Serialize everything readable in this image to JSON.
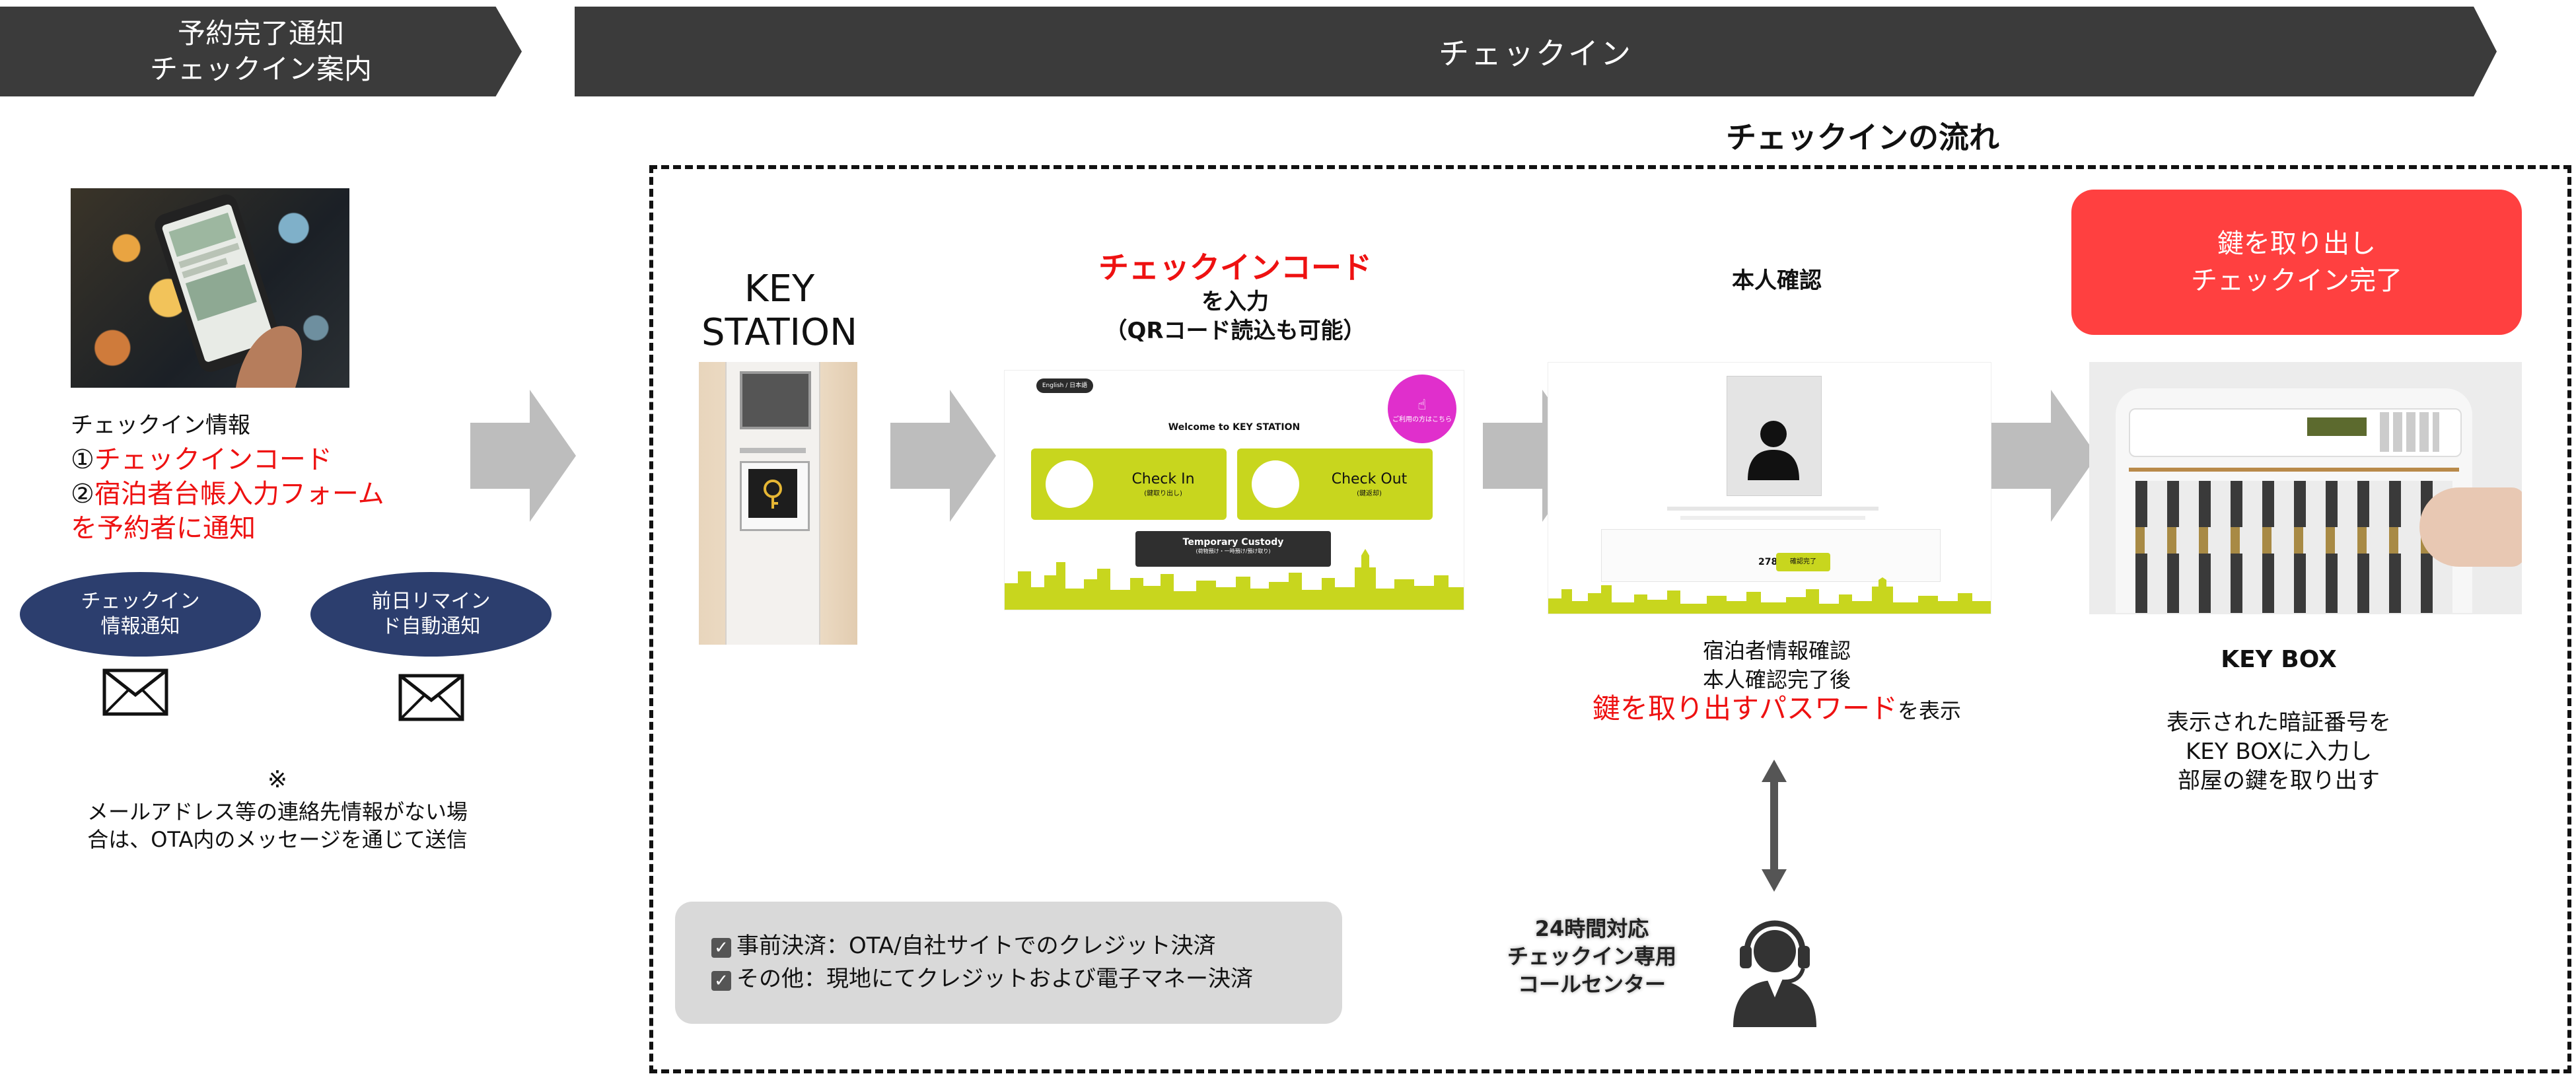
{
  "banners": {
    "left": [
      "予約完了通知",
      "チェックイン案内"
    ],
    "right": "チェックイン"
  },
  "left": {
    "info_title": "チェックイン情報",
    "item1_num": "①",
    "item1_text": "チェックインコード",
    "item2_num": "②",
    "item2_text": "宿泊者台帳入力フォーム",
    "item3_text": "を予約者に通知",
    "oval1": [
      "チェックイン",
      "情報通知"
    ],
    "oval2": [
      "前日リマイン",
      "ド自動通知"
    ],
    "note_mark": "※",
    "note_lines": [
      "メールアドレス等の連絡先情報がない場",
      "合は、OTA内のメッセージを通じて送信"
    ]
  },
  "flow": {
    "title": "チェックインの流れ",
    "key_station": [
      "KEY",
      "STATION"
    ],
    "step2": {
      "title_red": "チェックインコード",
      "line2": "を入力",
      "line3": "（QRコード読込も可能）",
      "screen": {
        "welcome": "Welcome to KEY STATION",
        "checkin": "Check In",
        "checkin_sub": "(鍵取り出し)",
        "checkout": "Check Out",
        "checkout_sub": "(鍵返却)",
        "custody": "Temporary Custody",
        "custody_sub": "(荷物預け・一時預け/預け取り)",
        "pill": "ご利用の方はこちら",
        "topleft_pill": "English / 日本語"
      }
    },
    "step3": {
      "title": "本人確認",
      "desc1": "宿泊者情報確認",
      "desc2": "本人確認完了後",
      "desc3_red": "鍵を取り出すパスワード",
      "desc3_tail": "を表示",
      "screen_amount": "278",
      "screen_btn": "確認完了"
    },
    "step4": {
      "done_line1": "鍵を取り出し",
      "done_line2": "チェックイン完了",
      "keybox_title": "KEY BOX",
      "desc": [
        "表示された暗証番号を",
        "KEY BOXに入力し",
        "部屋の鍵を取り出す"
      ]
    },
    "payment": {
      "line1": "事前決済：OTA/自社サイトでのクレジット決済",
      "line2": "その他：現地にてクレジットおよび電子マネー決済"
    },
    "callcenter": [
      "24時間対応",
      "チェックイン専用",
      "コールセンター"
    ]
  },
  "colors": {
    "banner": "#3b3b3b",
    "accent_red": "#ee1111",
    "oval_blue": "#2c3e6e",
    "done_red": "#ff4040",
    "screen_green": "#c8d61e",
    "arrow_gray": "#bdbdbd"
  }
}
